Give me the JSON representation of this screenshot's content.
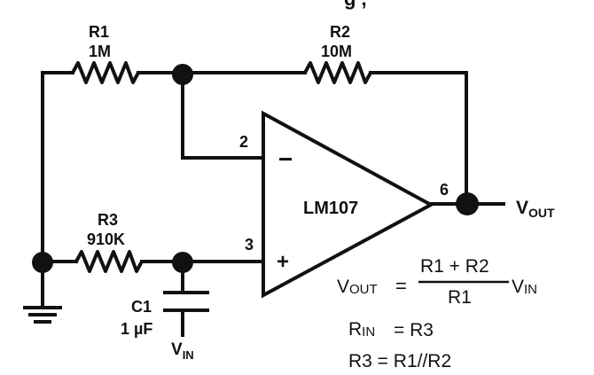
{
  "header_fragment": "g   ,",
  "components": {
    "r1": {
      "name": "R1",
      "value": "1M"
    },
    "r2": {
      "name": "R2",
      "value": "10M"
    },
    "r3": {
      "name": "R3",
      "value": "910K"
    },
    "c1": {
      "name": "C1",
      "value": "1 µF"
    },
    "opamp": {
      "name": "LM107",
      "pin_inv": "2",
      "pin_noninv": "3",
      "pin_out": "6",
      "sign_inv": "−",
      "sign_noninv": "+"
    }
  },
  "signals": {
    "vout_main": "V",
    "vout_sub": "OUT",
    "vin_main": "V",
    "vin_sub": "IN"
  },
  "equations": {
    "gain": {
      "lhs_main": "V",
      "lhs_sub": "OUT",
      "equals": "=",
      "numerator": "R1 + R2",
      "denominator": "R1",
      "rhs_main": "V",
      "rhs_sub": "IN"
    },
    "rin": {
      "lhs_main": "R",
      "lhs_sub": "IN",
      "rhs": "= R3"
    },
    "r3": {
      "text": "R3 = R1//R2"
    }
  }
}
